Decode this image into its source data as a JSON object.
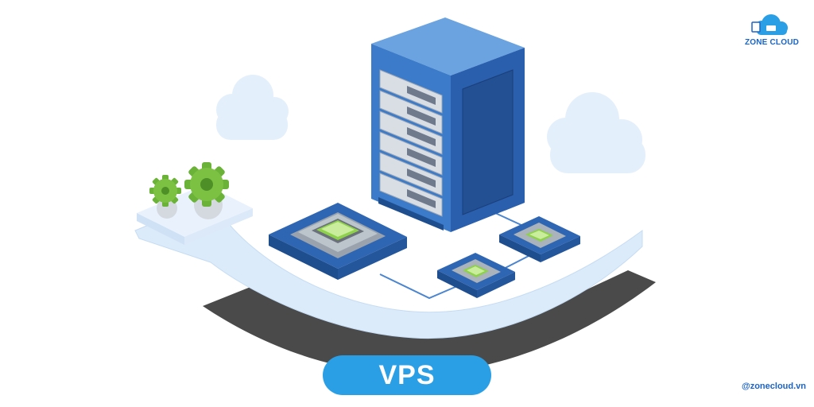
{
  "brand": {
    "logo_text": "ZONE CLOUD",
    "handle": "@zonecloud.vn",
    "icon": "cloud-icon"
  },
  "banner": {
    "label": "VPS"
  },
  "illustration": {
    "icons": [
      "server-rack-icon",
      "cpu-chip-icon",
      "gear-icon",
      "cloud-icon"
    ]
  },
  "colors": {
    "accent": "#2a9fe6",
    "brand_blue": "#1a64c8",
    "server_blue": "#3b7bc9",
    "server_dark": "#1f4e8f",
    "chip_green": "#8ed14a",
    "gear_green": "#6ab338",
    "cloud": "#e3effb",
    "road": "#4a4a4a"
  }
}
